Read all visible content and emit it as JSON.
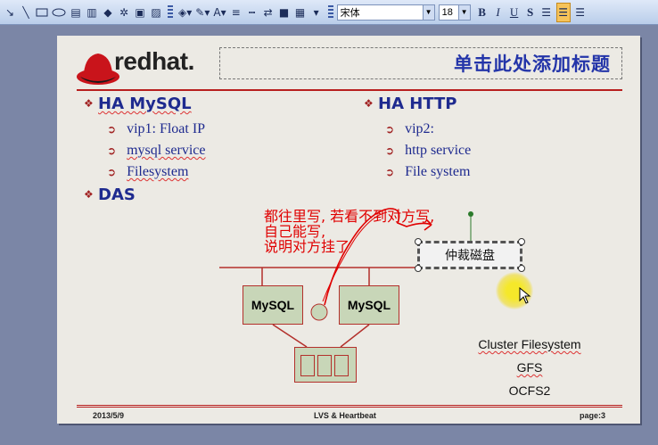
{
  "toolbar": {
    "font_name": "宋体",
    "font_size": "18",
    "bold": "B",
    "italic": "I",
    "underline": "U",
    "line_label": "A"
  },
  "slide": {
    "logo_text": "redhat.",
    "title": "单击此处添加标题",
    "left_heading": "HA MySQL",
    "left_items": [
      "vip1: Float IP",
      "mysql service",
      "Filesystem"
    ],
    "das": "DAS",
    "right_heading": "HA HTTP",
    "right_items": [
      "vip2:",
      "http service",
      "File system"
    ],
    "annotation": "都往里写, 若看不到对方写,\n自己能写,\n说明对方挂了",
    "arbiter": "仲裁磁盘",
    "node1": "MySQL",
    "node2": "MySQL",
    "cluster_fs": "Cluster Filesystem",
    "gfs": "GFS",
    "ocfs2": "OCFS2",
    "footer_date": "2013/5/9",
    "footer_center": "LVS & Heartbeat",
    "footer_page": "page:3"
  },
  "colors": {
    "heading": "#1e2a8f",
    "annotation": "#e00000",
    "rule": "#b81f1f",
    "node_fill": "#c8d6b8"
  }
}
